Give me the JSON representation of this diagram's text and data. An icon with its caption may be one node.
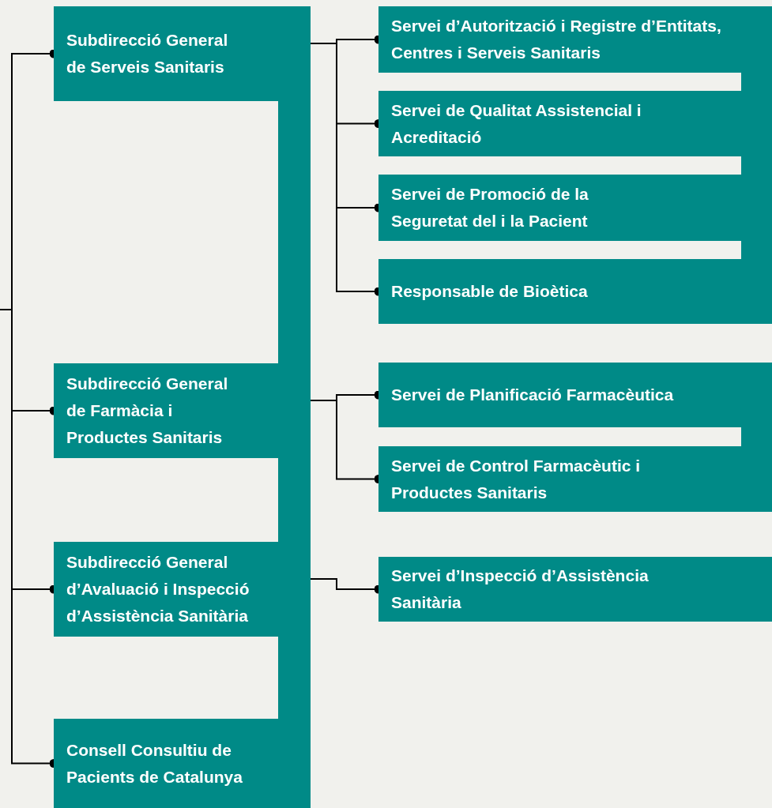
{
  "diagram": {
    "nodes": [
      {
        "text": [
          "Subdirecció General de Serveis Sanitaris"
        ]
      },
      {
        "text": [
          "Servei d’Autorització i Registre d’Entitats, Centres i Serveis Sanitaris"
        ]
      },
      {
        "text": [
          "Servei de Qualitat Assistencial i Acreditació"
        ]
      },
      {
        "text": [
          "Servei de Promoció de la Seguretat del i la Pacient"
        ]
      },
      {
        "text": [
          "Responsable de Bioètica"
        ]
      },
      {
        "text": [
          "Subdirecció General de Farmàcia i Productes Sanitaris"
        ]
      },
      {
        "text": [
          "Servei de Planificació Farmacèutica"
        ]
      },
      {
        "text": [
          "Servei de Control Farmacèutic i Productes Sanitaris"
        ]
      },
      {
        "text": [
          "Subdirecció General d’Avaluació i Inspecció d’Assistència Sanitària"
        ]
      },
      {
        "text": [
          "Servei d’Inspecció d’Assistència Sanitària"
        ]
      },
      {
        "text": [
          "Consell Consultiu de Pacients de Catalunya"
        ]
      },
      {
        "text": [],
        "shape": "bar"
      },
      {
        "text": [],
        "shape": "bar"
      },
      {
        "text": [],
        "shape": "bar"
      },
      {
        "text": [],
        "shape": "bar"
      },
      {
        "text": [],
        "shape": "bar"
      },
      {
        "text": [],
        "shape": "bar"
      },
      {
        "text": [],
        "shape": "bar"
      }
    ],
    "edges": [
      {
        "from": null,
        "to": 0,
        "arrow": "other"
      },
      {
        "from": null,
        "to": 5,
        "arrow": "other"
      },
      {
        "from": null,
        "to": 8,
        "arrow": "other"
      },
      {
        "from": null,
        "to": 10,
        "arrow": "other"
      },
      {
        "from": 0,
        "to": 1,
        "arrow": "other"
      },
      {
        "from": 0,
        "to": 2,
        "arrow": "other"
      },
      {
        "from": 0,
        "to": 3,
        "arrow": "other"
      },
      {
        "from": 0,
        "to": 4,
        "arrow": "other"
      },
      {
        "from": 5,
        "to": 6,
        "arrow": "other"
      },
      {
        "from": 5,
        "to": 7,
        "arrow": "other"
      },
      {
        "from": 8,
        "to": 9,
        "arrow": "other"
      }
    ]
  }
}
